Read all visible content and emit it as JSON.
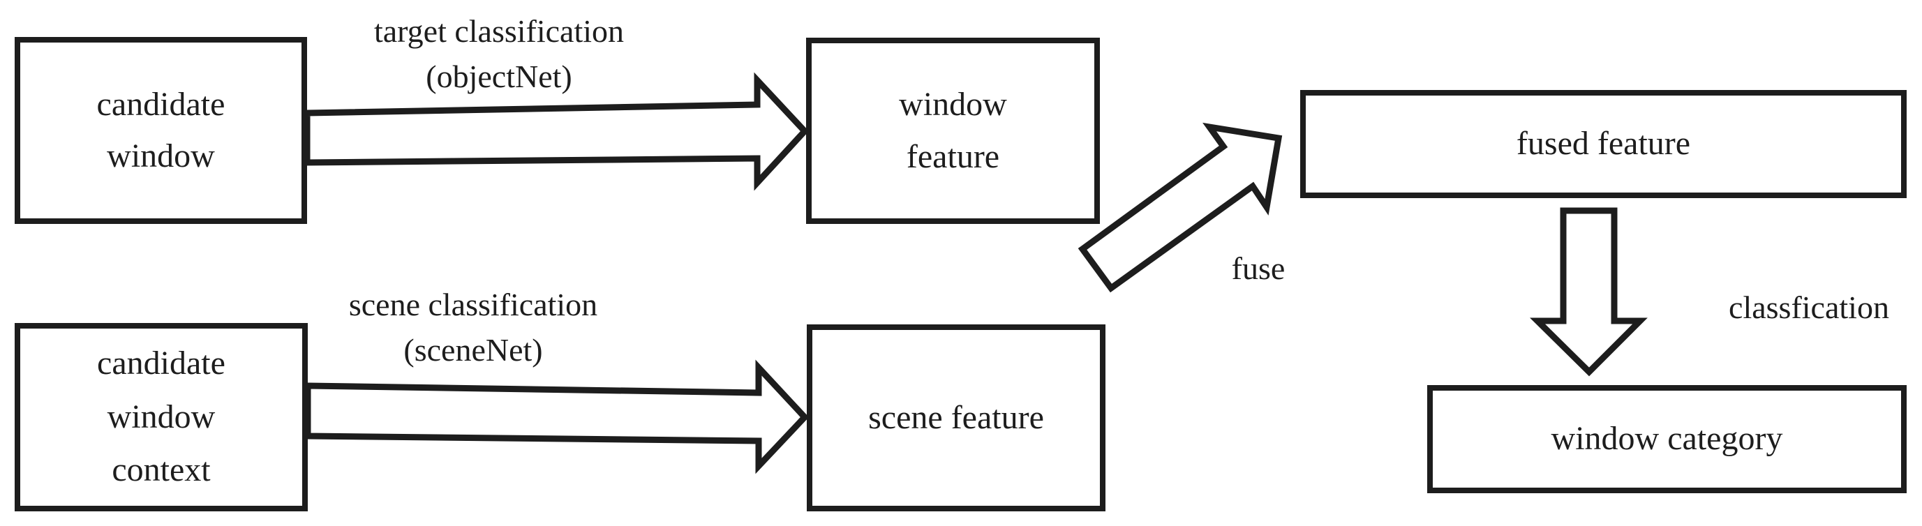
{
  "diagram": {
    "colors": {
      "ink": "#1d1d1d",
      "background": "#ffffff"
    },
    "boxes": {
      "candidate_window": {
        "lines": [
          "candidate",
          "window"
        ]
      },
      "window_feature": {
        "lines": [
          "window",
          "feature"
        ]
      },
      "candidate_window_context": {
        "lines": [
          "candidate",
          "window",
          "context"
        ]
      },
      "scene_feature": {
        "lines": [
          "scene feature"
        ]
      },
      "fused_feature": {
        "lines": [
          "fused feature"
        ]
      },
      "window_category": {
        "lines": [
          "window category"
        ]
      }
    },
    "labels": {
      "target_classification_line1": "target classification",
      "target_classification_line2": "(objectNet)",
      "scene_classification_line1": "scene classification",
      "scene_classification_line2": "(sceneNet)",
      "fuse": "fuse",
      "classification": "classfication"
    },
    "edges": [
      {
        "from": "candidate window",
        "to": "window feature",
        "label": "target classification (objectNet)"
      },
      {
        "from": "candidate window context",
        "to": "scene feature",
        "label": "scene classification (sceneNet)"
      },
      {
        "from": "window feature + scene feature",
        "to": "fused feature",
        "label": "fuse"
      },
      {
        "from": "fused feature",
        "to": "window category",
        "label": "classfication"
      }
    ]
  }
}
